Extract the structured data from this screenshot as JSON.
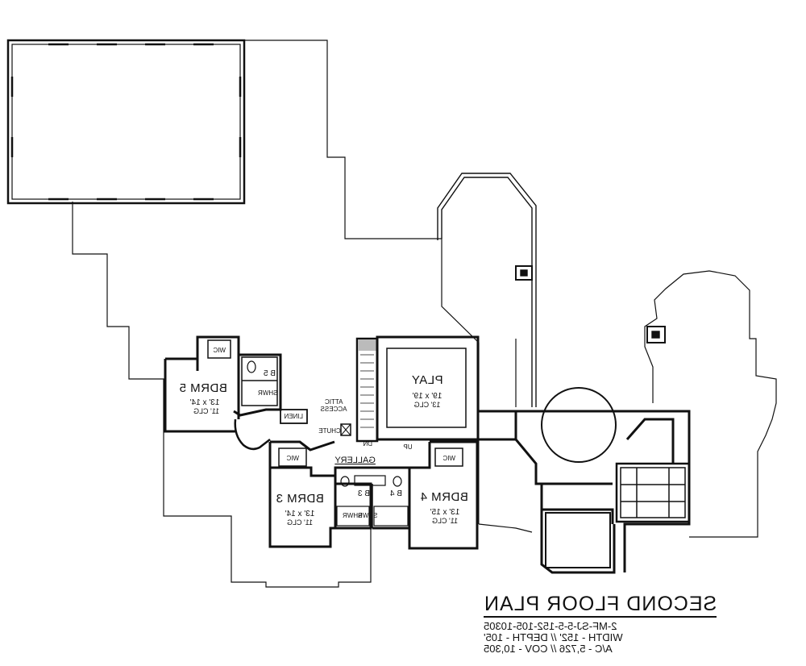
{
  "plan": {
    "rooms": {
      "bdrm5": {
        "name": "BDRM 5",
        "size": "13' x 14'",
        "ceiling": "11' CLG"
      },
      "play": {
        "name": "PLAY",
        "size": "19' x 19'",
        "ceiling": "13' CLG"
      },
      "bdrm3": {
        "name": "BDRM 3",
        "size": "13' x 14'",
        "ceiling": "11' CLG"
      },
      "bdrm4": {
        "name": "BDRM 4",
        "size": "13' x 15'",
        "ceiling": "11' CLG"
      },
      "gallery": {
        "name": "GALLERY"
      }
    },
    "labels": {
      "wic": "WIC",
      "b5": "B 5",
      "b3": "B 3",
      "b4": "B 4",
      "shwr": "SHWR",
      "linen": "LINEN",
      "attic": "ATTIC",
      "access": "ACCESS",
      "chute": "CHUTE",
      "dn": "DN",
      "up": "UP"
    }
  },
  "title_block": {
    "title": "SECOND FLOOR PLAN",
    "plan_number": "2-MF-SJ-5-5-152-105-10305",
    "dimensions": "WIDTH - 152' // DEPTH - 105'",
    "areas": "A/C - 5,726 // COV - 10,305"
  }
}
